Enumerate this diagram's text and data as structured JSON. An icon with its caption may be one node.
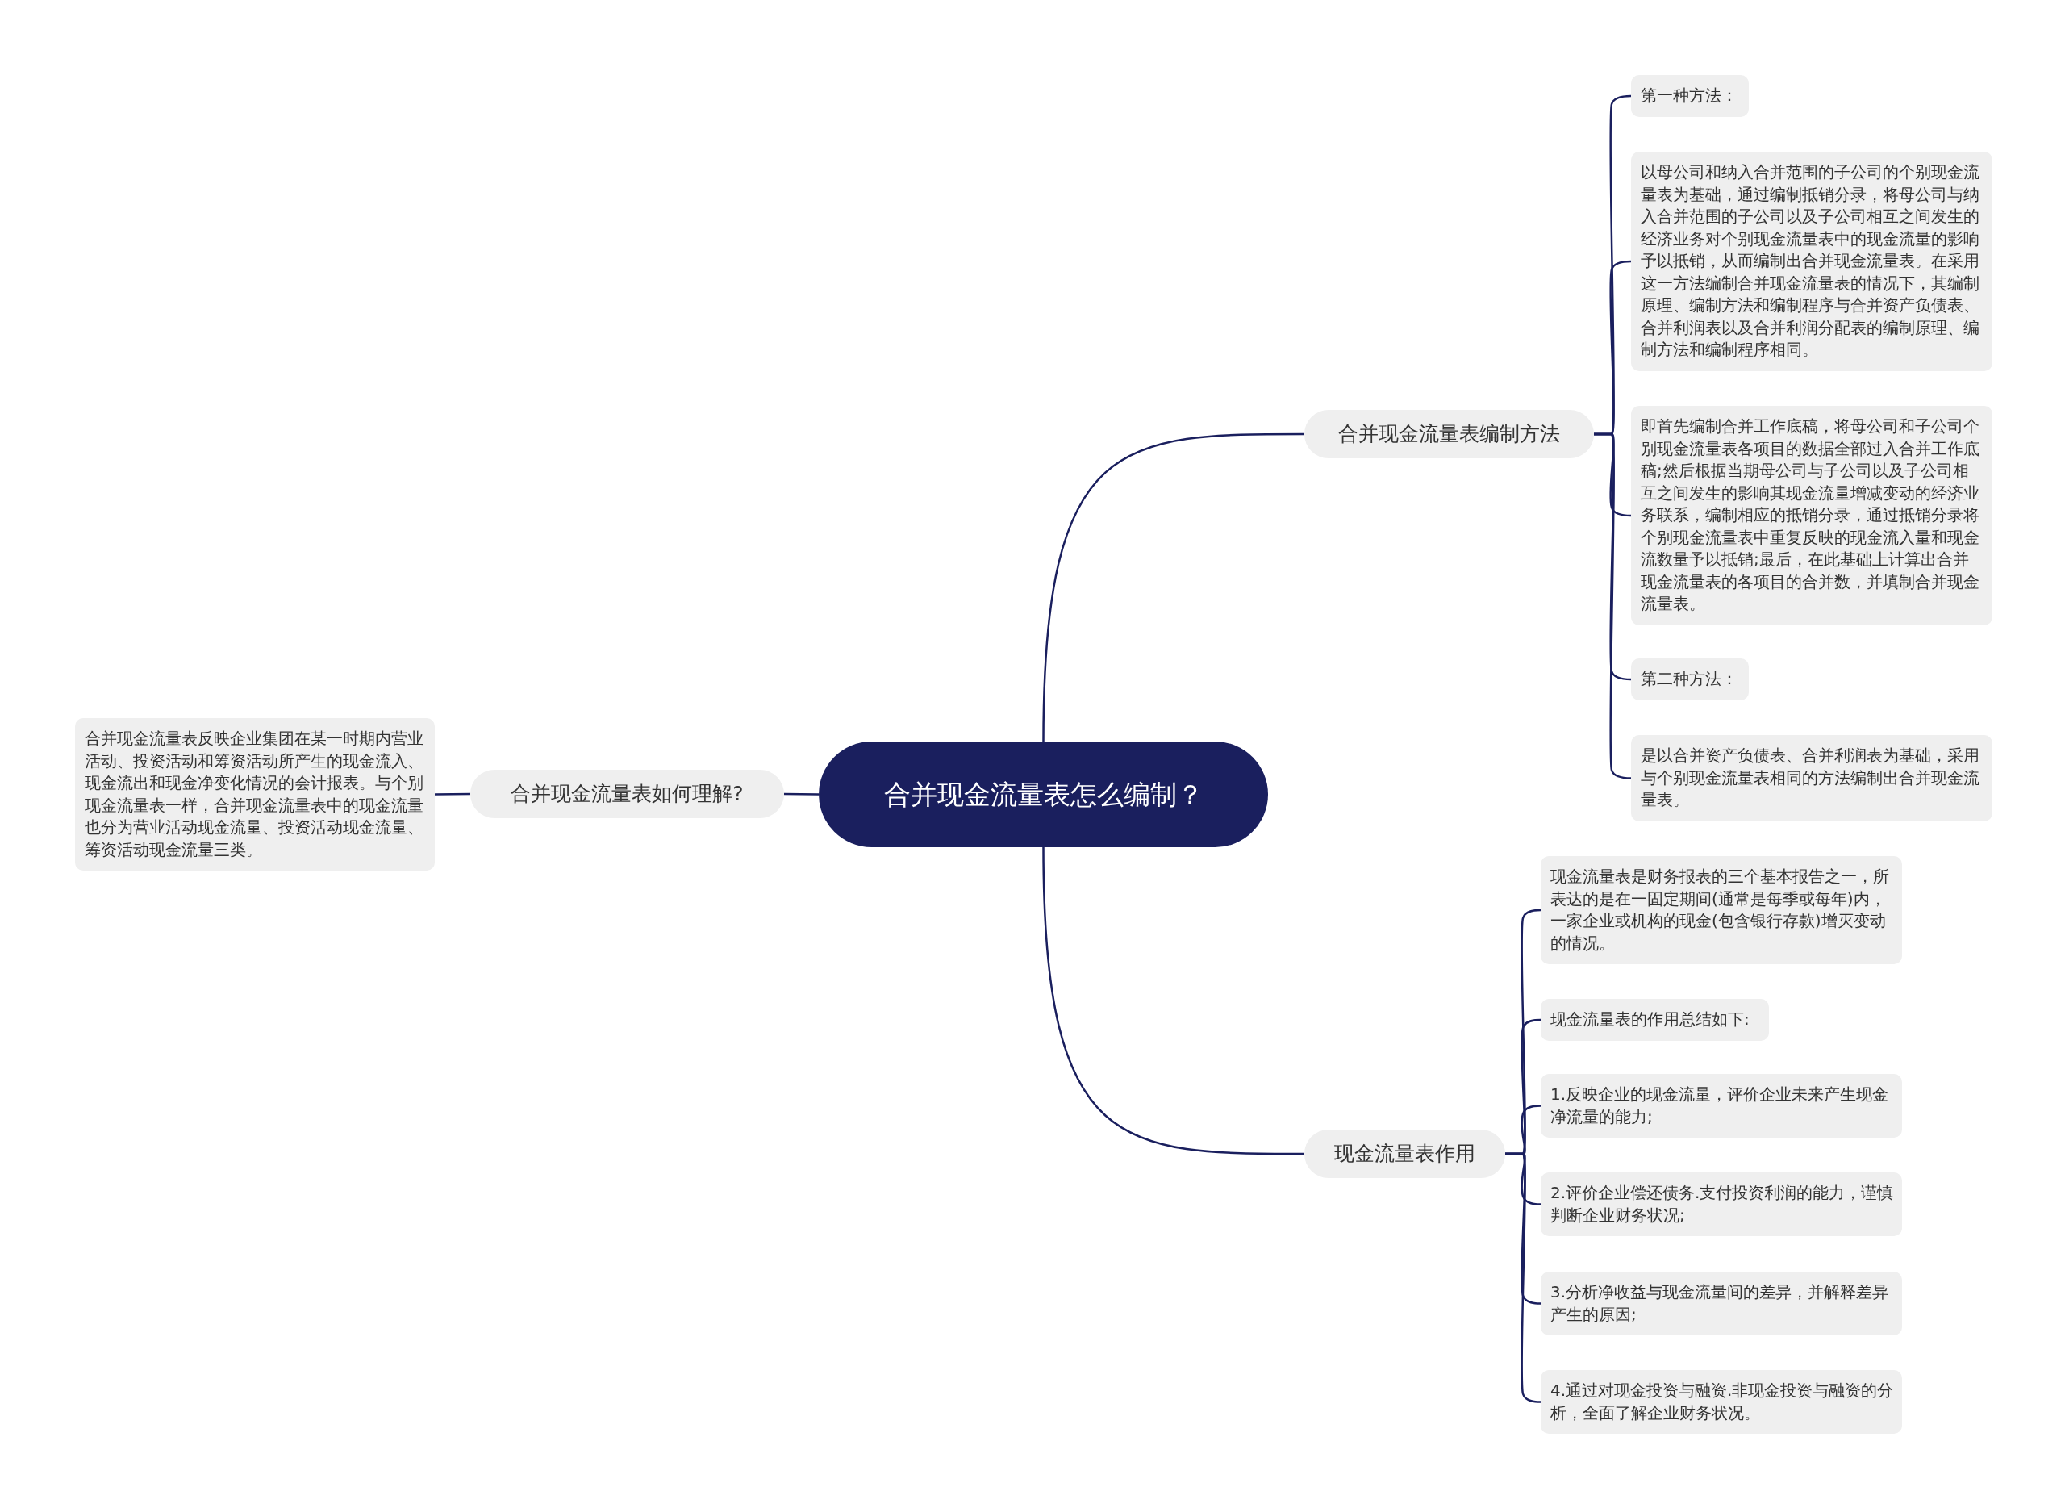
{
  "diagram": {
    "nodes": [
      {
        "text": [
          "合并现金流量表怎么编制？"
        ]
      },
      {
        "text": [
          "合并现金流量表编制方法"
        ]
      },
      {
        "text": [
          "第一种方法："
        ]
      },
      {
        "text": [
          "以母公司和纳入合并范围的子公司的个别现金流量表为基础，通过编制抵销分录，将母公司与纳入合并范围的子公司以及子公司相互之间发生的经济业务对个别现金流量表中的现金流量的影响予以抵销，从而编制出合并现金流量表。在采用这一方法编制合并现金流量表的情况下，其编制原理、编制方法和编制程序与合并资产负债表、合并利润表以及合并利润分配表的编制原理、编制方法和编制程序相同。"
        ]
      },
      {
        "text": [
          "即首先编制合并工作底稿，将母公司和子公司个别现金流量表各项目的数据全部过入合并工作底稿;然后根据当期母公司与子公司以及子公司相互之间发生的影响其现金流量增减变动的经济业务联系，编制相应的抵销分录，通过抵销分录将个别现金流量表中重复反映的现金流入量和现金流数量予以抵销;最后，在此基础上计算出合并现金流量表的各项目的合并数，并填制合并现金流量表。"
        ]
      },
      {
        "text": [
          "第二种方法："
        ]
      },
      {
        "text": [
          "是以合并资产负债表、合并利润表为基础，采用与个别现金流量表相同的方法编制出合并现金流量表。"
        ]
      },
      {
        "text": [
          "现金流量表作用"
        ]
      },
      {
        "text": [
          "现金流量表是财务报表的三个基本报告之一，所表达的是在一固定期间(通常是每季或每年)内，一家企业或机构的现金(包含银行存款)增灭变动的情况。"
        ]
      },
      {
        "text": [
          "现金流量表的作用总结如下:"
        ]
      },
      {
        "text": [
          "1.反映企业的现金流量，评价企业未来产生现金净流量的能力;"
        ]
      },
      {
        "text": [
          "2.评价企业偿还债务.支付投资利润的能力，谨慎判断企业财务状况;"
        ]
      },
      {
        "text": [
          "3.分析净收益与现金流量间的差异，并解释差异产生的原因;"
        ]
      },
      {
        "text": [
          "4.通过对现金投资与融资.非现金投资与融资的分析，全面了解企业财务状况。"
        ]
      },
      {
        "text": [
          "合并现金流量表如何理解?"
        ]
      },
      {
        "text": [
          "合并现金流量表反映企业集团在某一时期内营业活动、投资活动和筹资活动所产生的现金流入、现金流出和现金净变化情况的会计报表。与个别现金流量表一样，合并现金流量表中的现金流量也分为营业活动现金流量、投资活动现金流量、筹资活动现金流量三类。"
        ]
      }
    ],
    "edges": [
      {
        "from": 0,
        "to": 1,
        "arrow": "none"
      },
      {
        "from": 1,
        "to": 2,
        "arrow": "none"
      },
      {
        "from": 1,
        "to": 3,
        "arrow": "none"
      },
      {
        "from": 1,
        "to": 4,
        "arrow": "none"
      },
      {
        "from": 1,
        "to": 5,
        "arrow": "none"
      },
      {
        "from": 1,
        "to": 6,
        "arrow": "none"
      },
      {
        "from": 0,
        "to": 7,
        "arrow": "none"
      },
      {
        "from": 7,
        "to": 8,
        "arrow": "none"
      },
      {
        "from": 7,
        "to": 9,
        "arrow": "none"
      },
      {
        "from": 7,
        "to": 10,
        "arrow": "none"
      },
      {
        "from": 7,
        "to": 11,
        "arrow": "none"
      },
      {
        "from": 7,
        "to": 12,
        "arrow": "none"
      },
      {
        "from": 7,
        "to": 13,
        "arrow": "none"
      },
      {
        "from": 0,
        "to": 14,
        "arrow": "none"
      },
      {
        "from": 14,
        "to": 15,
        "arrow": "none"
      }
    ]
  }
}
